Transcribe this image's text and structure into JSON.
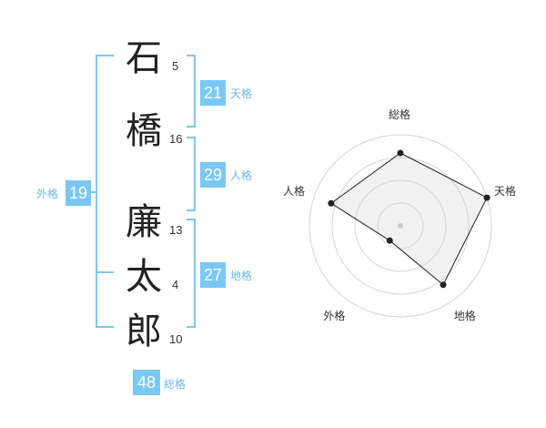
{
  "name": {
    "characters": [
      {
        "char": "石",
        "strokes": "5"
      },
      {
        "char": "橋",
        "strokes": "16"
      },
      {
        "char": "廉",
        "strokes": "13"
      },
      {
        "char": "太",
        "strokes": "4"
      },
      {
        "char": "郎",
        "strokes": "10"
      }
    ]
  },
  "fortunes": {
    "tenkaku": {
      "value": "21",
      "label": "天格"
    },
    "jinkaku": {
      "value": "29",
      "label": "人格"
    },
    "chikaku": {
      "value": "27",
      "label": "地格"
    },
    "gaikaku": {
      "value": "19",
      "label": "外格"
    },
    "soukaku": {
      "value": "48",
      "label": "総格"
    }
  },
  "colors": {
    "accent": "#79c8f6",
    "label": "#6ab9ea",
    "bracket": "#7cc8f2"
  },
  "chart_data": {
    "type": "radar",
    "axes": [
      "総格",
      "天格",
      "地格",
      "外格",
      "人格"
    ],
    "rings": 4,
    "range": [
      0,
      5
    ],
    "values": [
      4,
      5,
      4,
      1,
      4
    ]
  }
}
